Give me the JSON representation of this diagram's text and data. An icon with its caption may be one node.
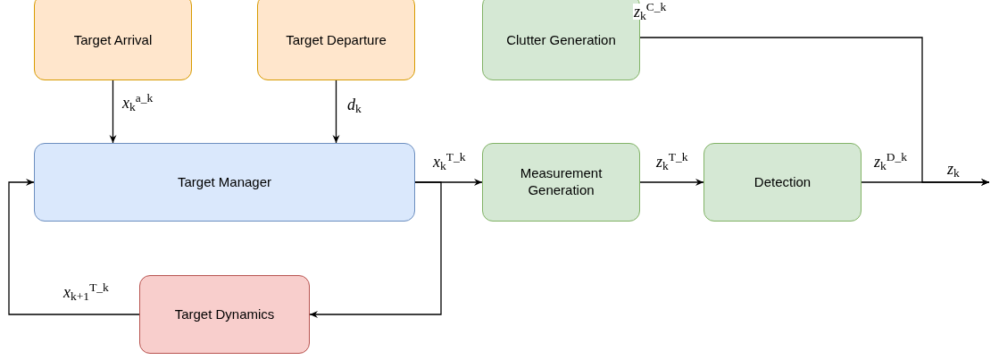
{
  "diagram": {
    "nodes": [
      {
        "text": [
          "Target Arrival"
        ]
      },
      {
        "text": [
          "Target Departure"
        ]
      },
      {
        "text": [
          "Clutter Generation"
        ]
      },
      {
        "text": [
          "Target Manager"
        ]
      },
      {
        "text": [
          "Measurement Generation"
        ]
      },
      {
        "text": [
          "Detection"
        ]
      },
      {
        "text": [
          "Target Dynamics"
        ]
      }
    ],
    "edges": [
      {
        "from": 0,
        "to": 3,
        "arrow": "to",
        "label": "*x*$_{k}$$^{a_k}$"
      },
      {
        "from": 1,
        "to": 3,
        "arrow": "to",
        "label": "*d*$_{k}$"
      },
      {
        "from": 3,
        "to": 4,
        "arrow": "to",
        "label": "*x*$_{k}$$^{T_k}$"
      },
      {
        "from": 3,
        "to": 6,
        "arrow": "to"
      },
      {
        "from": 6,
        "to": 3,
        "arrow": "to",
        "label": "*x*$_{k+1}$$^{T_k}$"
      },
      {
        "from": 4,
        "to": 5,
        "arrow": "to",
        "label": "*z*$_{k}$$^{T_k}$"
      },
      {
        "from": 5,
        "to": null,
        "arrow": "to",
        "label": "*z*$_{k}$$^{D_k}$"
      },
      {
        "from": 2,
        "to": null,
        "arrow": "to",
        "label": "*z*$_{k}$$^{C_k}$"
      }
    ],
    "labels": [
      "*z*$_{k}$"
    ]
  }
}
